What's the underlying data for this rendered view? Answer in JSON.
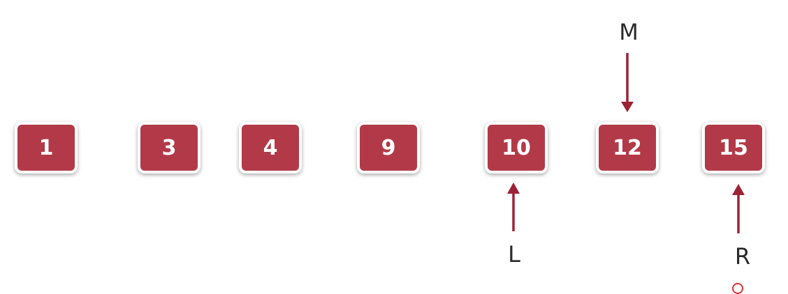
{
  "array": {
    "items": [
      "1",
      "3",
      "4",
      "9",
      "10",
      "12",
      "15"
    ]
  },
  "pointers": {
    "mid": "M",
    "left": "L",
    "right": "R"
  },
  "colors": {
    "box_fill": "#b23a48",
    "arrow": "#9b2335",
    "label_text": "#2a2a2a"
  }
}
